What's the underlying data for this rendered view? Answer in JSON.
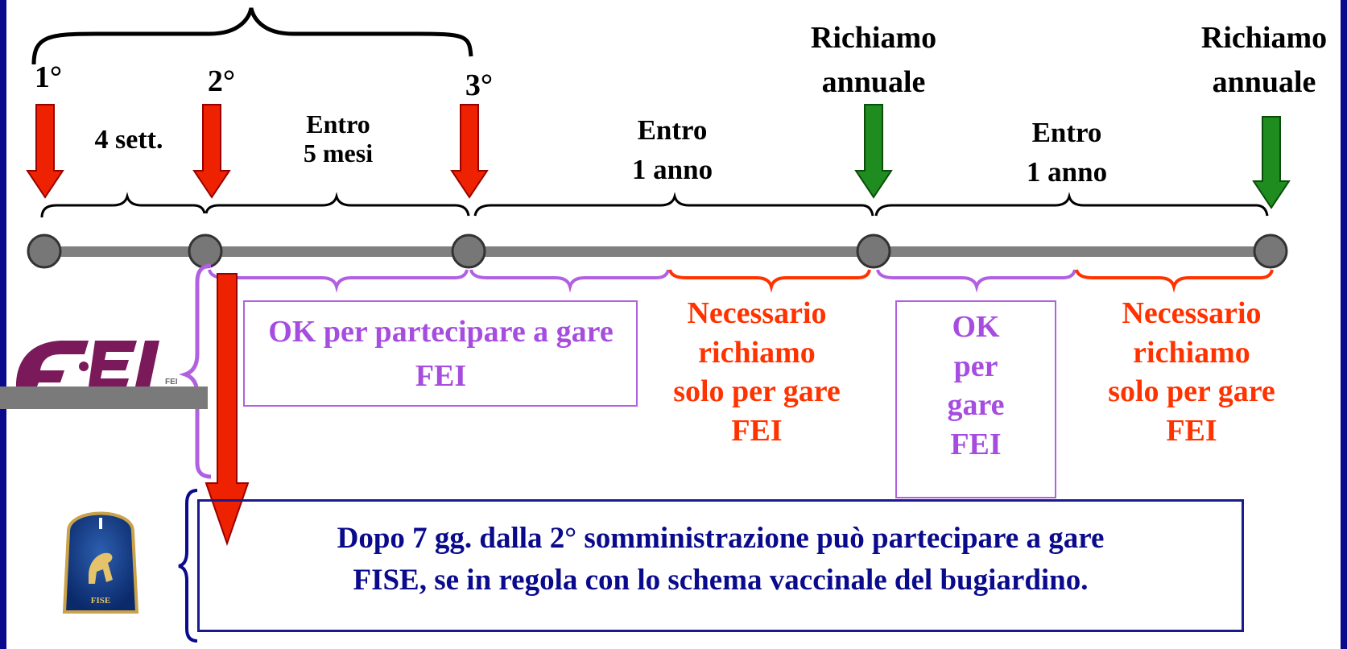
{
  "doses": [
    "1°",
    "2°",
    "3°"
  ],
  "intervals": {
    "first": "4 sett.",
    "second_line1": "Entro",
    "second_line2": "5 mesi",
    "third_line1": "Entro",
    "third_line2": "1 anno",
    "fourth_line1": "Entro",
    "fourth_line2": "1 anno"
  },
  "boosters": {
    "first_line1": "Richiamo",
    "first_line2": "annuale",
    "second_line1": "Richiamo",
    "second_line2": "annuale"
  },
  "fei_ok": "OK per partecipare a gare FEI",
  "fei_ok_year_line1": "OK",
  "fei_ok_year_line2": "per",
  "fei_ok_year_line3": "gare",
  "fei_ok_year_line4": "FEI",
  "necessario_1": {
    "line1": "Necessario",
    "line2": "richiamo",
    "line3": "solo per gare",
    "line4": "FEI"
  },
  "necessario_2": {
    "line1": "Necessario",
    "line2": "richiamo",
    "line3": "solo per gare",
    "line4": "FEI"
  },
  "fise_note_line1": "Dopo 7 gg. dalla 2° somministrazione può partecipare a gare",
  "fise_note_line2": "FISE, se in regola con lo schema vaccinale del bugiardino.",
  "logos": {
    "fei_text": "FEI",
    "fise_text": "FISE"
  },
  "colors": {
    "primary_arrow": "#ee2200",
    "booster_arrow": "#1e8c1e",
    "ok_purple": "#a64de0",
    "warning_red": "#ff3300",
    "note_blue": "#0a0a8c"
  }
}
